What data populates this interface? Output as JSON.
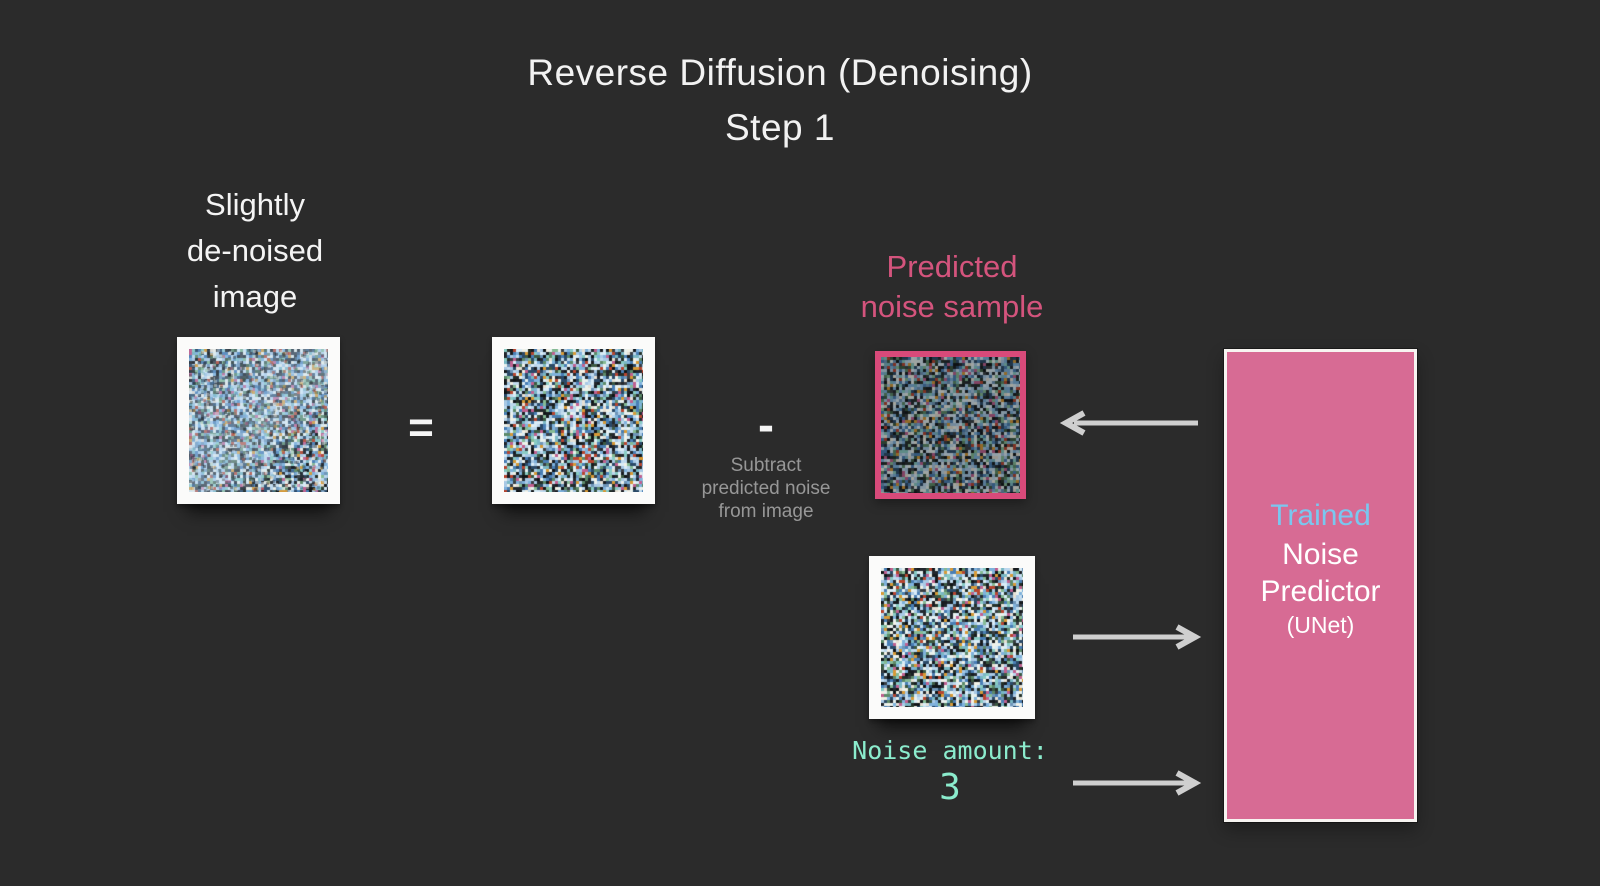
{
  "page": {
    "background_color": "#2b2b2b"
  },
  "title": {
    "line1": "Reverse Diffusion (Denoising)",
    "line2": "Step 1"
  },
  "equation": {
    "left_label": {
      "line1": "Slightly",
      "line2": "de-noised",
      "line3": "image"
    },
    "equals_sign": "=",
    "minus_sign": "-",
    "subtract_note": {
      "line1": "Subtract",
      "line2": "predicted noise",
      "line3": "from image"
    }
  },
  "predicted_noise": {
    "label_line1": "Predicted",
    "label_line2": "noise sample",
    "label_color": "#d4547d",
    "border_color": "#d84a7a"
  },
  "noise_amount": {
    "label": "Noise amount:",
    "value": "3",
    "text_color": "#8beccd"
  },
  "predictor_box": {
    "line1": "Trained",
    "line2": "Noise",
    "line3": "Predictor",
    "line4": "(UNet)",
    "fill_color": "#d76b94",
    "trained_text_color": "#7ac7ef",
    "body_text_color": "#ffffff"
  },
  "icons": {
    "arrow_to_predicted_noise": "arrow-left-icon",
    "arrow_from_input_image": "arrow-right-icon",
    "arrow_from_noise_amount": "arrow-right-icon"
  },
  "images": {
    "denoised_result": "noisy-image-with-light-diagonal",
    "noisy_operand": "noisy-image",
    "predicted_noise_sample": "noisy-image-darkened",
    "noisy_input": "noisy-image"
  },
  "misc_colors": {
    "arrow_gray": "#cfcfcf",
    "note_gray": "#979797",
    "title_white": "#f2f2f2"
  }
}
